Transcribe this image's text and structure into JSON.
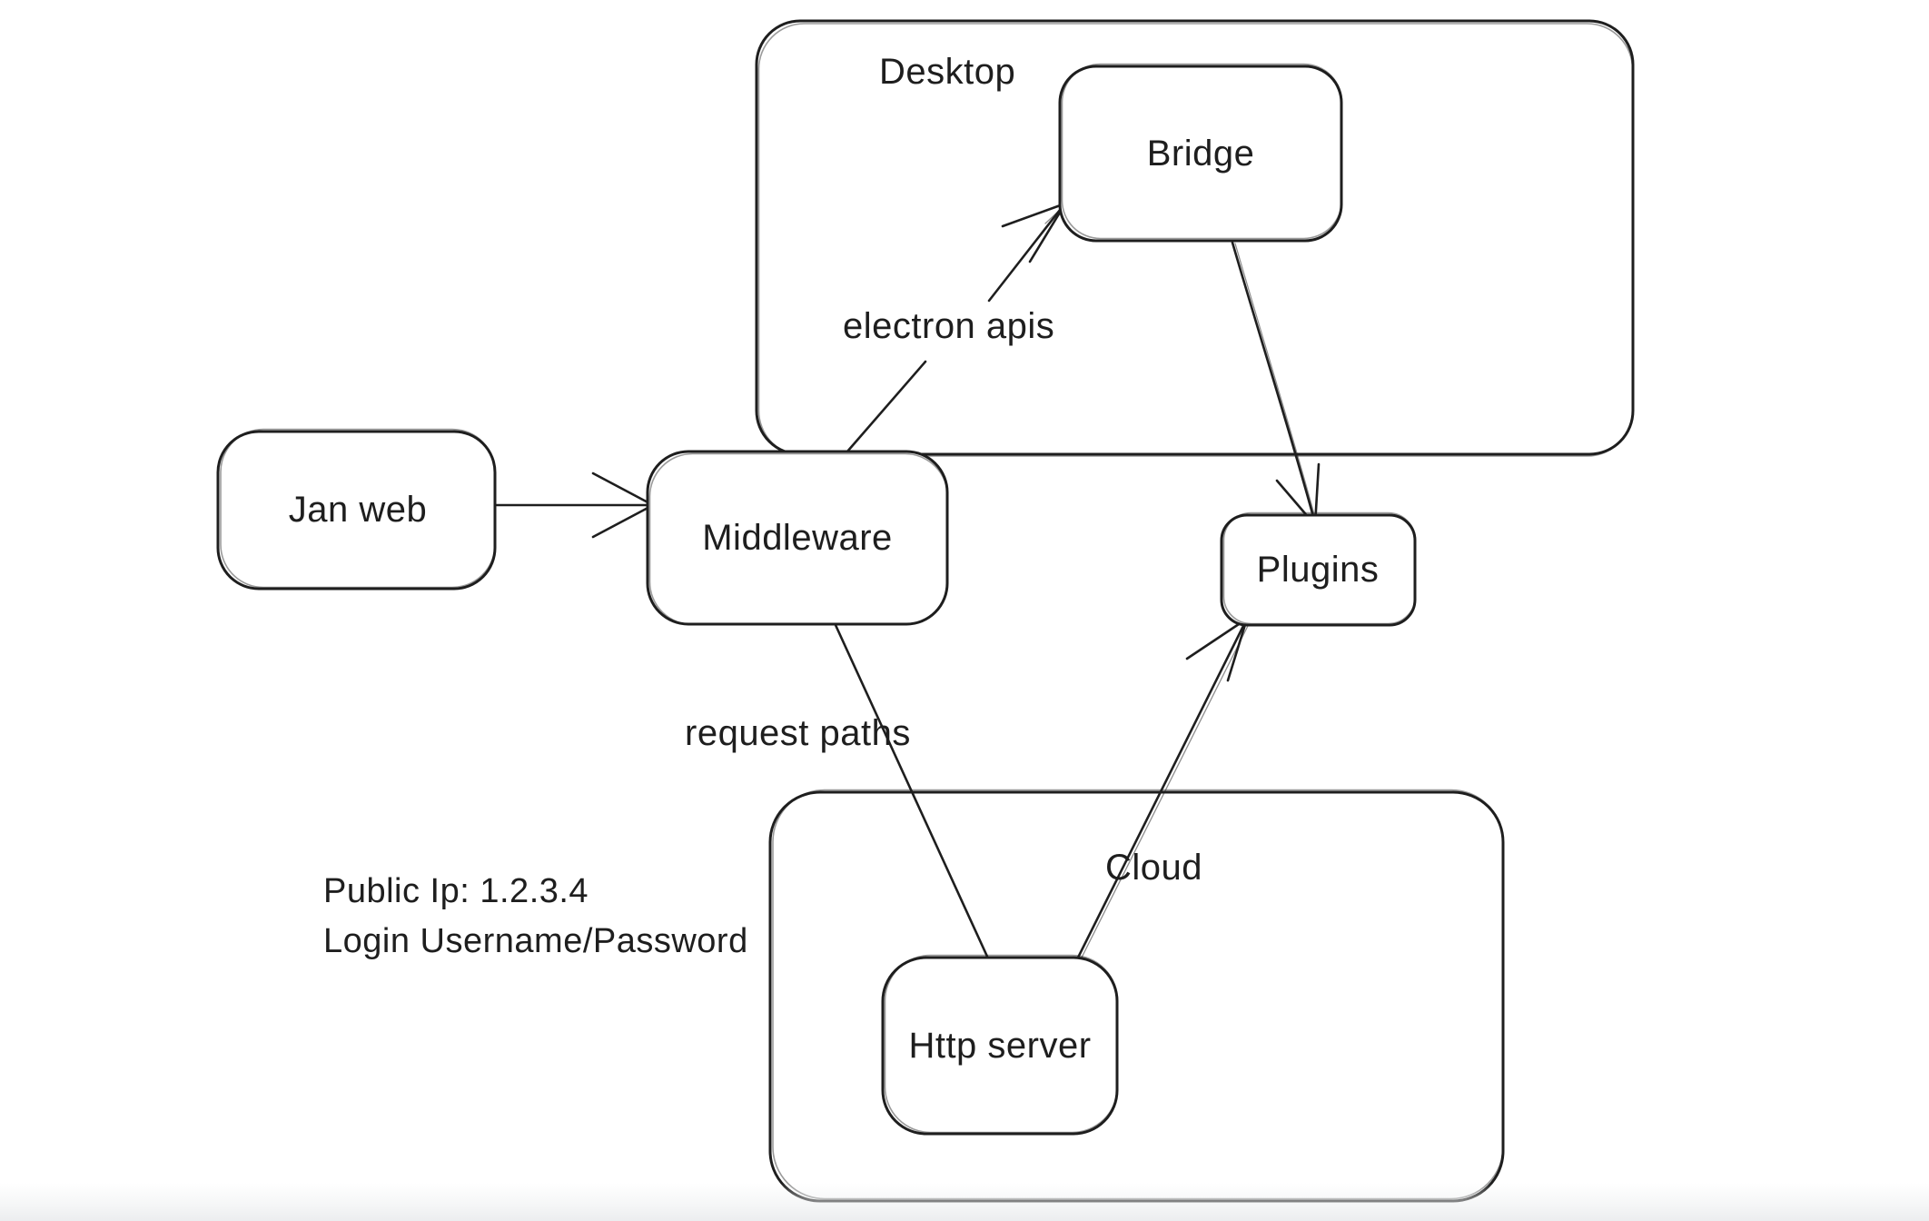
{
  "canvas": {
    "background": "#ffffff",
    "stroke_color": "#1e1e1e"
  },
  "containers": {
    "desktop": {
      "label": "Desktop"
    },
    "cloud": {
      "label": "Cloud"
    }
  },
  "nodes": {
    "jan_web": {
      "label": "Jan web"
    },
    "middleware": {
      "label": "Middleware"
    },
    "bridge": {
      "label": "Bridge"
    },
    "plugins": {
      "label": "Plugins"
    },
    "http_server": {
      "label": "Http server"
    }
  },
  "edge_labels": {
    "middleware_to_bridge": "electron apis",
    "middleware_to_http_server": "request paths"
  },
  "annotations": {
    "public_ip": "Public Ip: 1.2.3.4",
    "login": "Login Username/Password"
  }
}
